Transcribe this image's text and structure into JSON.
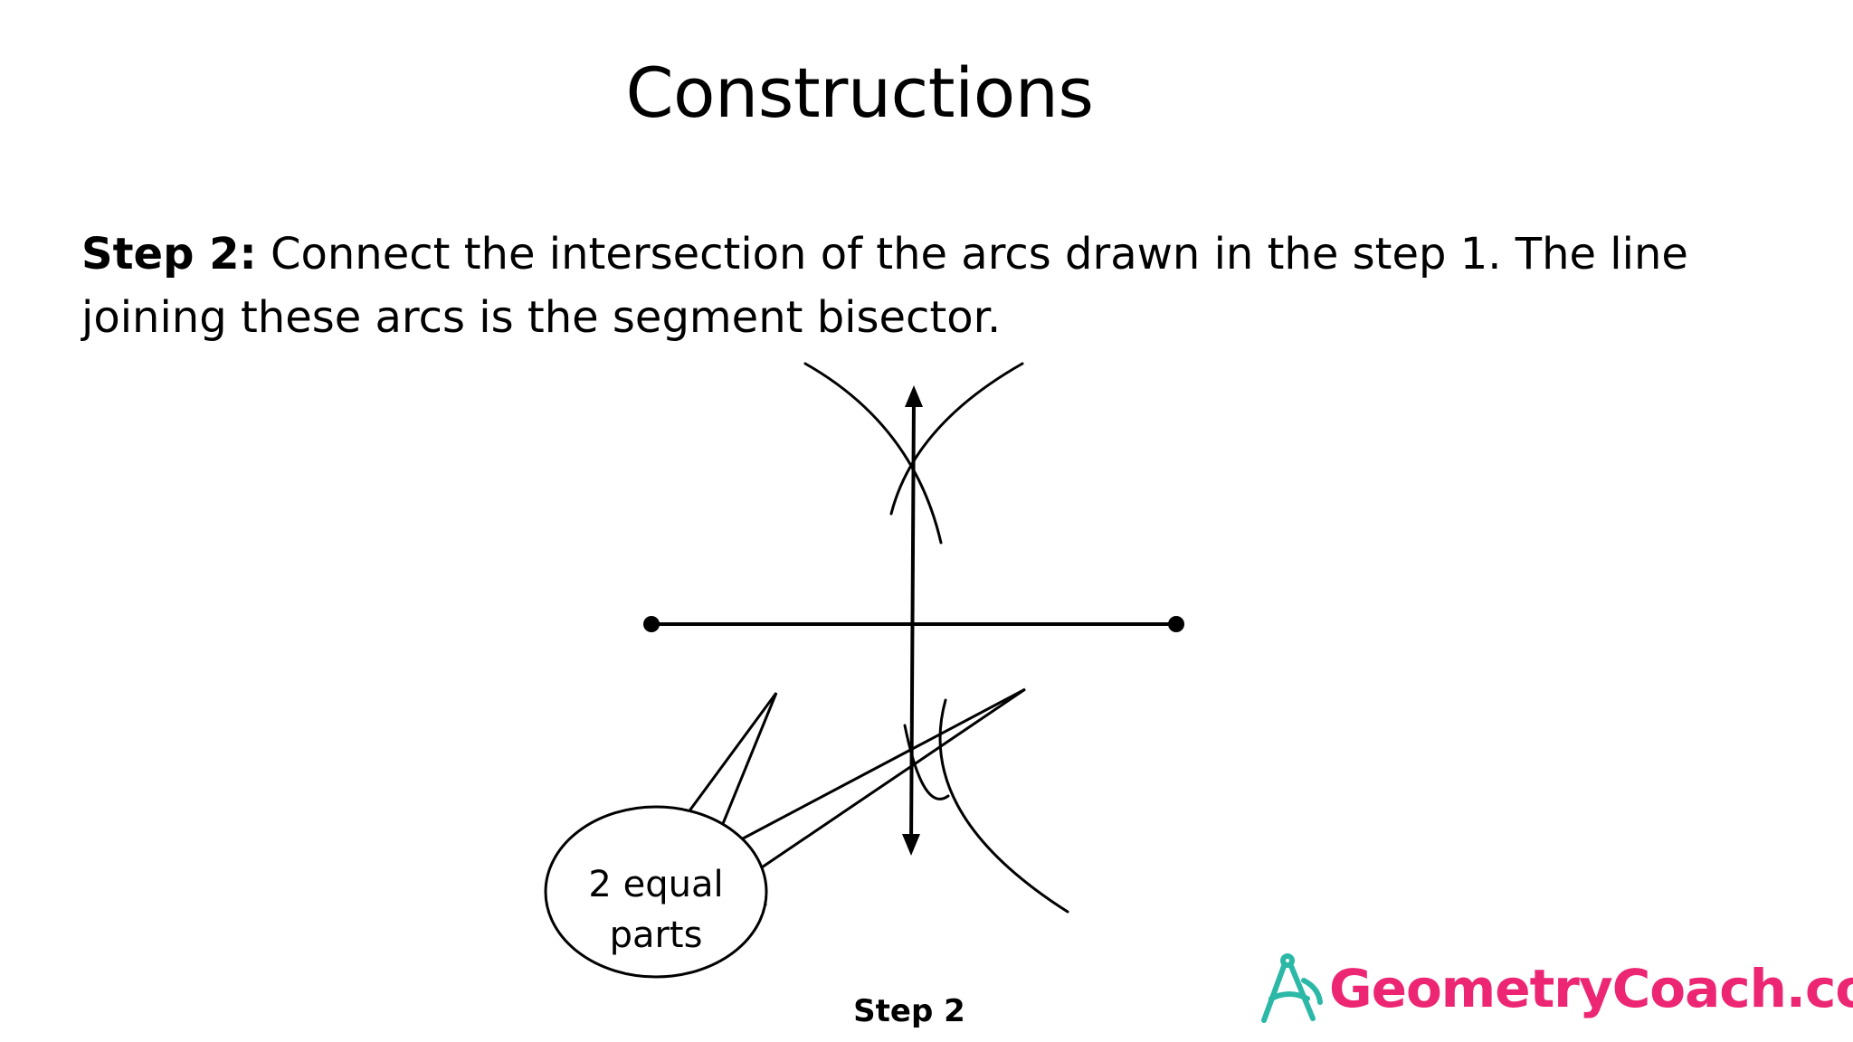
{
  "title": "Constructions",
  "step": {
    "label": "Step 2:",
    "text": " Connect the intersection of the arcs drawn in the step 1. The line joining these arcs is the segment bisector."
  },
  "diagram": {
    "bubble_line1": "2 equal",
    "bubble_line2": "parts",
    "caption": "Step 2"
  },
  "logo": {
    "text": "GeometryCoach.com",
    "color": "#ec2673",
    "icon_color": "#2bb8a6",
    "icon": "compass-icon"
  }
}
